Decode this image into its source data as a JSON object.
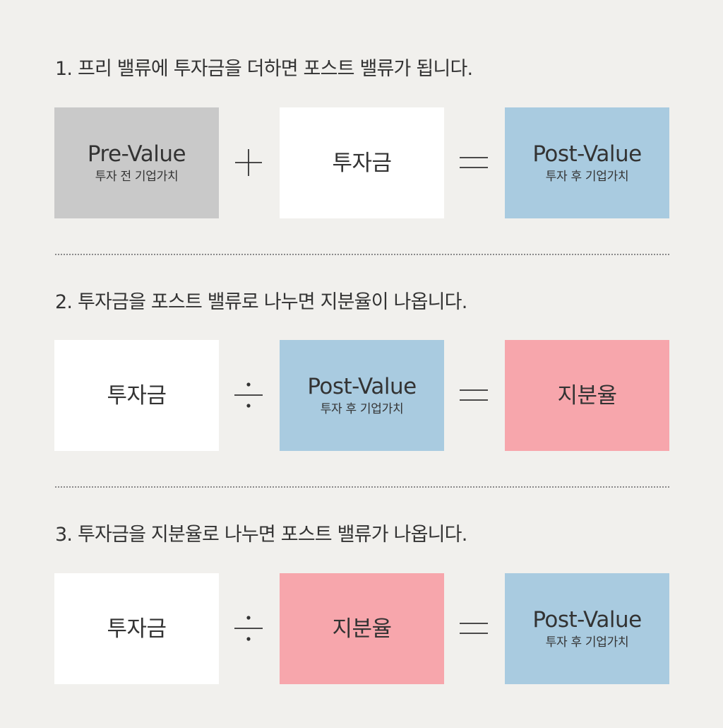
{
  "sections": [
    {
      "heading": "1. 프리 밸류에 투자금을 더하면 포스트 밸류가 됩니다.",
      "operator": "plus",
      "boxes": [
        {
          "title": "Pre-Value",
          "subtitle": "투자 전 기업가치",
          "color": "#c9c9c9"
        },
        {
          "label": "투자금",
          "color": "#ffffff"
        },
        {
          "title": "Post-Value",
          "subtitle": "투자 후 기업가치",
          "color": "#a9cbe0"
        }
      ]
    },
    {
      "heading": "2. 투자금을 포스트 밸류로 나누면 지분율이 나옵니다.",
      "operator": "divide",
      "boxes": [
        {
          "label": "투자금",
          "color": "#ffffff"
        },
        {
          "title": "Post-Value",
          "subtitle": "투자 후 기업가치",
          "color": "#a9cbe0"
        },
        {
          "label": "지분율",
          "color": "#f7a6ac"
        }
      ]
    },
    {
      "heading": "3. 투자금을 지분율로 나누면 포스트 밸류가 나옵니다.",
      "operator": "divide",
      "boxes": [
        {
          "label": "투자금",
          "color": "#ffffff"
        },
        {
          "label": "지분율",
          "color": "#f7a6ac"
        },
        {
          "title": "Post-Value",
          "subtitle": "투자 후 기업가치",
          "color": "#a9cbe0"
        }
      ]
    }
  ],
  "colors": {
    "background": "#f1f0ed",
    "text": "#333333",
    "gray_box": "#c9c9c9",
    "white_box": "#ffffff",
    "blue_box": "#a9cbe0",
    "pink_box": "#f7a6ac"
  }
}
